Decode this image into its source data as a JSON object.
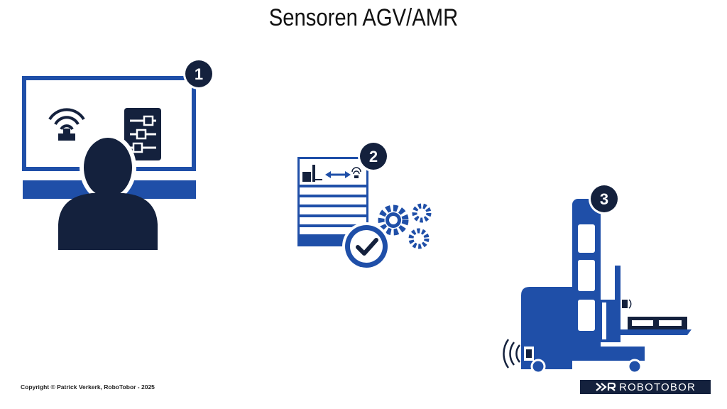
{
  "title": "Sensoren AGV/AMR",
  "steps": [
    {
      "number": "1"
    },
    {
      "number": "2"
    },
    {
      "number": "3"
    }
  ],
  "footer": {
    "copyright": "Copyright © Patrick Verkerk, RoboTobor - 2025",
    "logo_text": "ROBOTOBOR"
  },
  "colors": {
    "blue": "#1f4fa8",
    "navy": "#14213d",
    "white": "#ffffff"
  }
}
